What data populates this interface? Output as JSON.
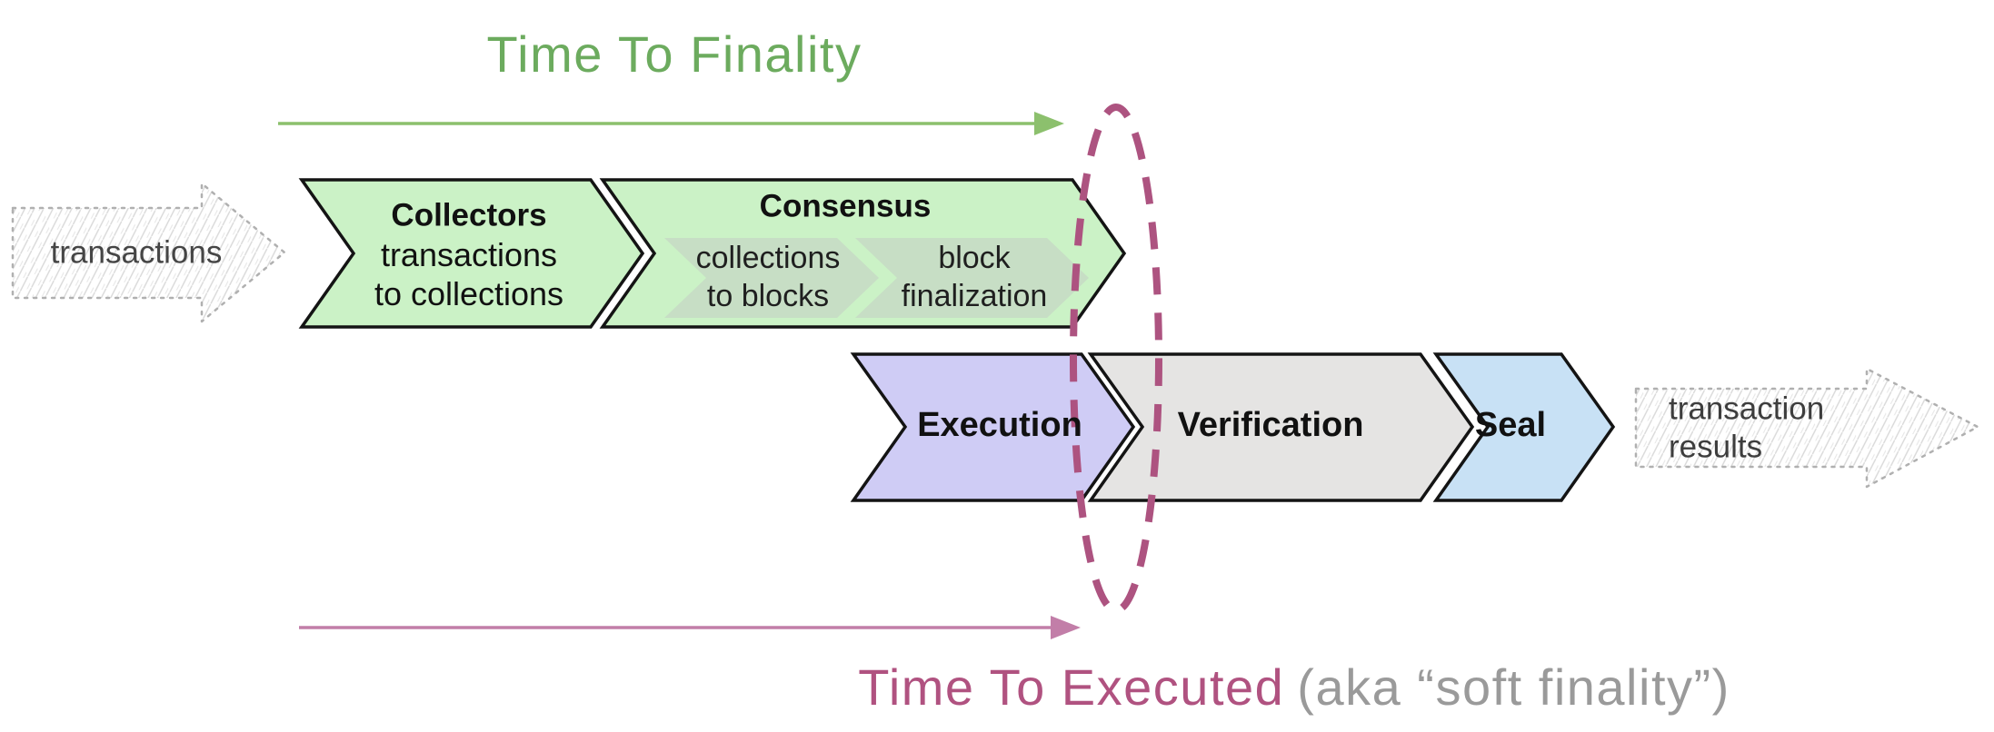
{
  "canvas": {
    "top_timeline": {
      "label": "Time To Finality"
    },
    "bottom_timeline": {
      "label": "Time To Executed",
      "suffix": "(aka “soft finality”)"
    },
    "input_arrow": {
      "label": "transactions"
    },
    "output_arrow": {
      "line1": "transaction",
      "line2": "results"
    },
    "stages": {
      "collectors": {
        "title": "Collectors",
        "desc_line1": "transactions",
        "desc_line2": "to collections"
      },
      "consensus": {
        "title": "Consensus",
        "steps": [
          {
            "line1": "collections",
            "line2": "to blocks"
          },
          {
            "line1": "block",
            "line2": "finalization"
          }
        ]
      },
      "execution": {
        "title": "Execution"
      },
      "verification": {
        "title": "Verification"
      },
      "seal": {
        "title": "Seal"
      }
    },
    "colors": {
      "green_accent": "#6cab5e",
      "green_arrow": "#8cc06d",
      "stage_green": "#cbf2c6",
      "consensus_step_green": "#c7dec5",
      "execution_purple": "#cfccf5",
      "verification_gray": "#e5e4e3",
      "seal_blue": "#c8e1f5",
      "rose_accent": "#b05280",
      "pink_arrow": "#c27ea8",
      "ellipse_rose": "#ad5380",
      "outline_black": "#141414",
      "muted_gray": "#9a9a9a"
    }
  }
}
